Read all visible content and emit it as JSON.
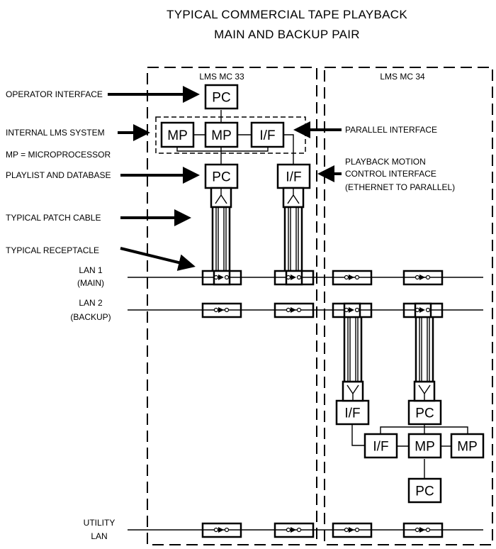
{
  "title": {
    "line1": "TYPICAL COMMERCIAL TAPE PLAYBACK",
    "line2": "MAIN AND BACKUP PAIR"
  },
  "zones": {
    "mc33": "LMS MC 33",
    "mc34": "LMS MC 34"
  },
  "left_labels": {
    "operator_interface": "OPERATOR INTERFACE",
    "internal_lms": "INTERNAL LMS SYSTEM",
    "mp_def": "MP = MICROPROCESSOR",
    "playlist": "PLAYLIST AND DATABASE",
    "patch_cable": "TYPICAL PATCH CABLE",
    "receptacle": "TYPICAL RECEPTACLE"
  },
  "right_labels": {
    "parallel": "PARALLEL INTERFACE",
    "playback_1": "PLAYBACK  MOTION",
    "playback_2": "CONTROL INTERFACE",
    "playback_3": "(ETHERNET TO PARALLEL)"
  },
  "lans": {
    "lan1_a": "LAN 1",
    "lan1_b": "(MAIN)",
    "lan2_a": "LAN 2",
    "lan2_b": "(BACKUP)",
    "util_a": "UTILITY",
    "util_b": "LAN"
  },
  "boxes": {
    "pc": "PC",
    "mp": "MP",
    "if": "I/F"
  }
}
